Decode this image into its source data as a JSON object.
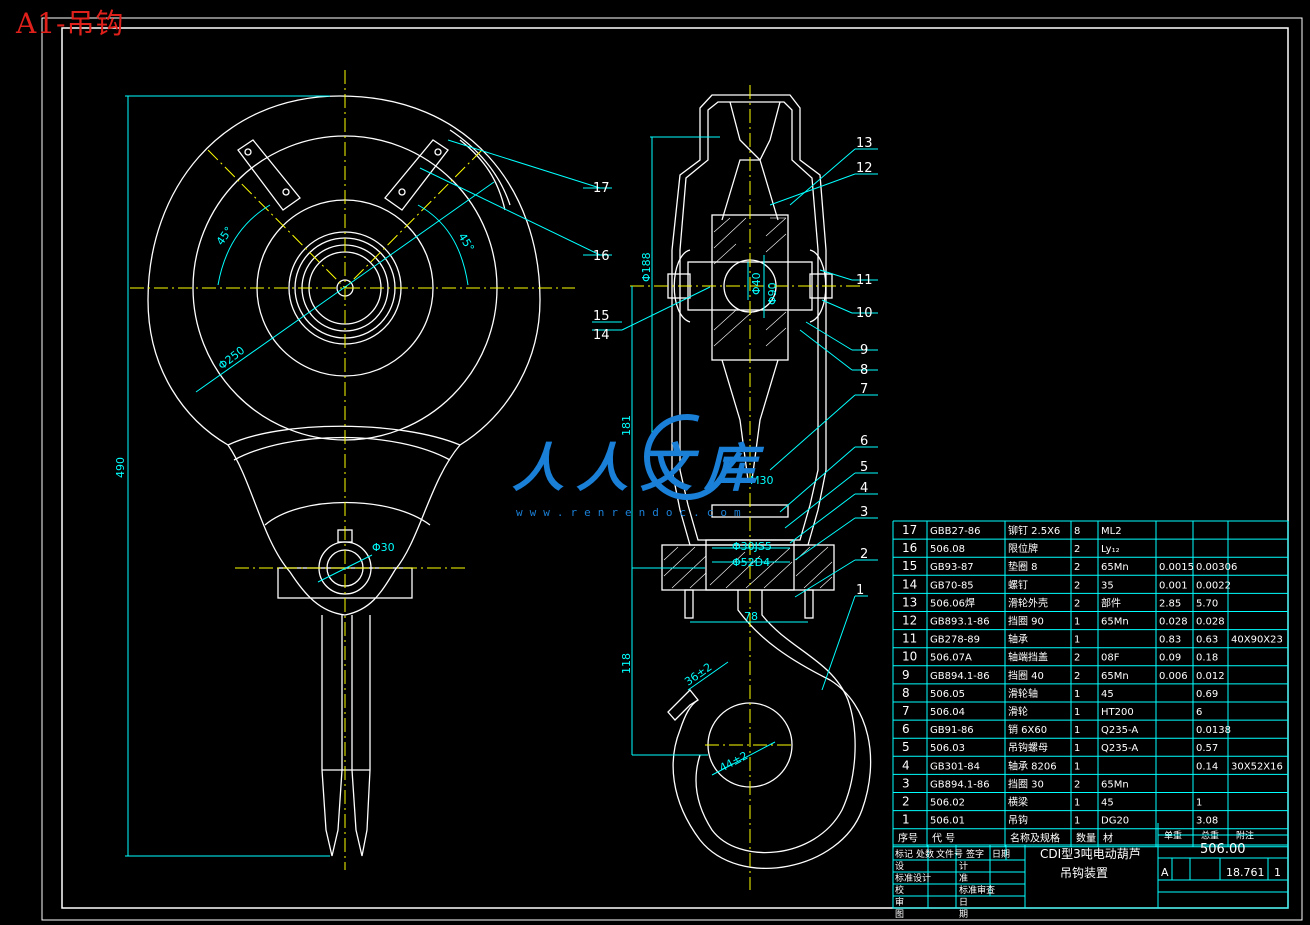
{
  "sheet_title": "A1-吊钩",
  "watermark": {
    "text": "人人文库",
    "url": "www.renrendoc.com"
  },
  "dimensions": {
    "d490": "490",
    "d250": "Φ250",
    "d30": "Φ30",
    "a45l": "45°",
    "a45r": "45°",
    "d188": "Φ188",
    "d40": "Φ40",
    "d90": "Φ90",
    "d181": "181",
    "m30": "M30",
    "d30js": "Φ30JS5",
    "d52": "Φ52D4",
    "d78": "78",
    "d118": "118",
    "d36": "36±2",
    "d44": "44±2"
  },
  "callouts": [
    "1",
    "2",
    "3",
    "4",
    "5",
    "6",
    "7",
    "8",
    "9",
    "10",
    "11",
    "12",
    "13",
    "14",
    "15",
    "16",
    "17"
  ],
  "bom": {
    "rows": [
      [
        "17",
        "GBB27-86",
        "铆钉 2.5X6",
        "8",
        "ML2",
        "",
        "",
        ""
      ],
      [
        "16",
        "506.08",
        "限位牌",
        "2",
        "Ly₁₂",
        "",
        "",
        ""
      ],
      [
        "15",
        "GB93-87",
        "垫圈 8",
        "2",
        "65Mn",
        "0.0015",
        "0.00306",
        ""
      ],
      [
        "14",
        "GB70-85",
        "螺钉",
        "2",
        "35",
        "0.001",
        "0.0022",
        ""
      ],
      [
        "13",
        "506.06焊",
        "滑轮外壳",
        "2",
        "部件",
        "2.85",
        "5.70",
        ""
      ],
      [
        "12",
        "GB893.1-86",
        "挡圈 90",
        "1",
        "65Mn",
        "0.028",
        "0.028",
        ""
      ],
      [
        "11",
        "GB278-89",
        "轴承",
        "1",
        "",
        "0.83",
        "0.63",
        "40X90X23"
      ],
      [
        "10",
        "506.07A",
        "轴端挡盖",
        "2",
        "08F",
        "0.09",
        "0.18",
        ""
      ],
      [
        "9",
        "GB894.1-86",
        "挡圈 40",
        "2",
        "65Mn",
        "0.006",
        "0.012",
        ""
      ],
      [
        "8",
        "506.05",
        "滑轮轴",
        "1",
        "45",
        "",
        "0.69",
        ""
      ],
      [
        "7",
        "506.04",
        "滑轮",
        "1",
        "HT200",
        "",
        "6",
        ""
      ],
      [
        "6",
        "GB91-86",
        "销 6X60",
        "1",
        "Q235-A",
        "",
        "0.0138",
        ""
      ],
      [
        "5",
        "506.03",
        "吊钩螺母",
        "1",
        "Q235-A",
        "",
        "0.57",
        ""
      ],
      [
        "4",
        "GB301-84",
        "轴承 8206",
        "1",
        "",
        "",
        "0.14",
        "30X52X16"
      ],
      [
        "3",
        "GB894.1-86",
        "挡圈 30",
        "2",
        "65Mn",
        "",
        "",
        ""
      ],
      [
        "2",
        "506.02",
        "横梁",
        "1",
        "45",
        "",
        "1",
        ""
      ],
      [
        "1",
        "506.01",
        "吊钩",
        "1",
        "DG20",
        "",
        "3.08",
        ""
      ]
    ],
    "header": [
      "序号",
      "代 号",
      "名称及规格",
      "数量",
      "材",
      "",
      "",
      ""
    ],
    "header_right": [
      "单重",
      "总重",
      "附注"
    ]
  },
  "title_block": {
    "drawing_no": "506.00",
    "product": "CDI型3吨电动葫芦",
    "assembly": "吊钩装置",
    "mark": "A",
    "weight": "18.761",
    "scale": "1",
    "sign_labels": [
      "标记",
      "处数",
      "文件号",
      "签字",
      "日期"
    ],
    "roles_left": [
      "设",
      "标准设计",
      "校",
      "审",
      "图"
    ],
    "roles_mid": [
      "计",
      "准",
      "标准审查",
      "日",
      "期"
    ]
  },
  "colors": {
    "line": "#ffffff",
    "dim": "#00ffff",
    "center": "#ffff00",
    "title": "#e0201b",
    "watermark": "#1a7fd6"
  }
}
